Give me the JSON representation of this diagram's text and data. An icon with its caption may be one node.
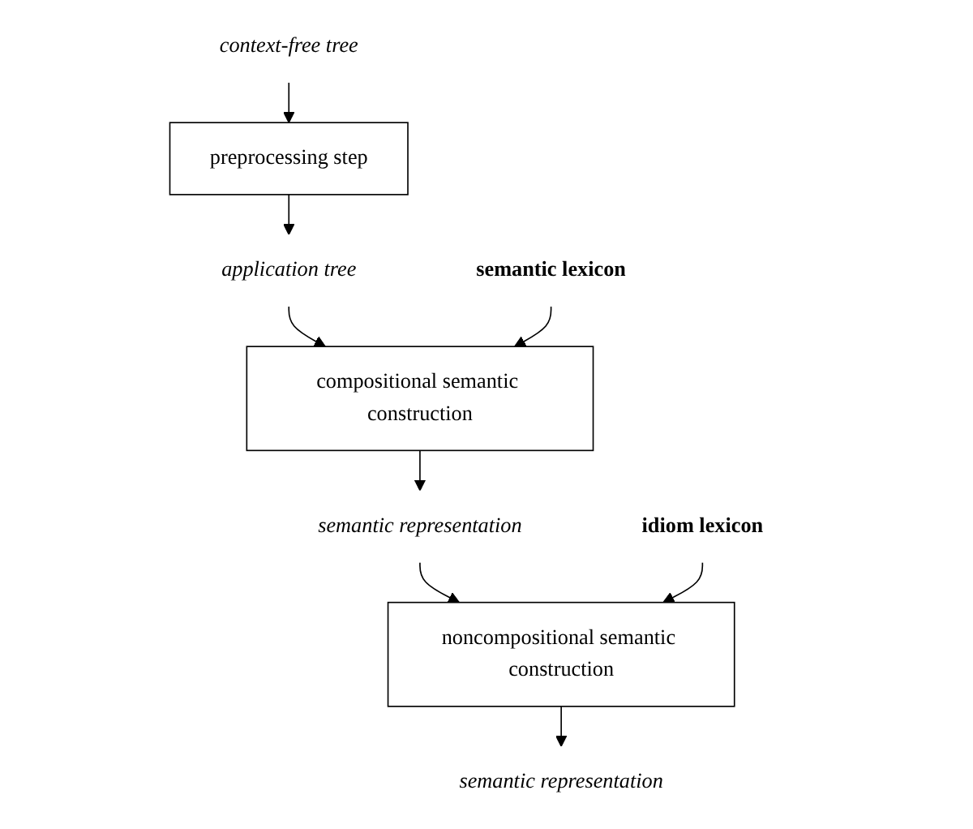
{
  "diagram": {
    "nodes": [
      {
        "text": [
          "context-free tree"
        ]
      },
      {
        "text": [
          "preprocessing step"
        ]
      },
      {
        "text": [
          "application tree"
        ]
      },
      {
        "text": [
          "compositional semantic construction"
        ]
      },
      {
        "text": [
          "semantic lexicon"
        ]
      },
      {
        "text": [
          "semantic representation"
        ]
      },
      {
        "text": [
          "noncompositional semantic construction"
        ]
      },
      {
        "text": [
          "idiom lexicon"
        ]
      },
      {
        "text": [
          "semantic representation"
        ]
      }
    ],
    "edges": [
      {
        "from": 0,
        "to": 1,
        "arrow": "to"
      },
      {
        "from": 1,
        "to": 2,
        "arrow": "to"
      },
      {
        "from": 2,
        "to": 3,
        "arrow": "to"
      },
      {
        "from": 4,
        "to": 3,
        "arrow": "to"
      },
      {
        "from": 3,
        "to": 5,
        "arrow": "to"
      },
      {
        "from": 5,
        "to": 6,
        "arrow": "to"
      },
      {
        "from": 7,
        "to": 6,
        "arrow": "to"
      },
      {
        "from": 6,
        "to": 8,
        "arrow": "to"
      }
    ]
  }
}
